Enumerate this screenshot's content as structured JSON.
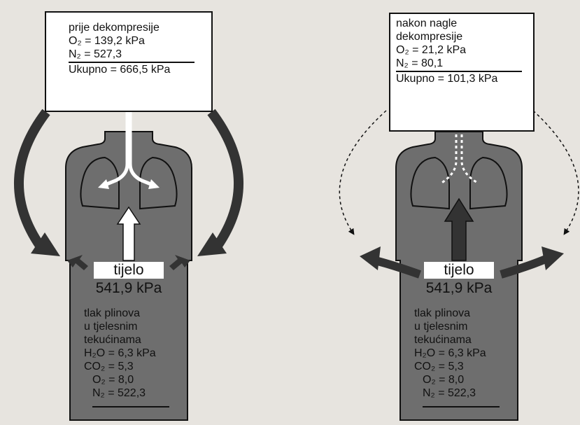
{
  "left": {
    "top_box": {
      "title": "prije dekompresije",
      "o2": "O₂ = 139,2 kPa",
      "n2": "N₂ = 527,3",
      "total": "Ukupno = 666,5 kPa"
    },
    "body_label": "tijelo",
    "body_pressure": "541,9 kPa",
    "fluid_box": {
      "l1": "tlak plinova",
      "l2": "u tjelesnim",
      "l3": "tekućinama",
      "h2o": "H₂O = 6,3 kPa",
      "co2": "CO₂ = 5,3",
      "o2": "O₂ = 8,0",
      "n2": "N₂ = 522,3"
    }
  },
  "right": {
    "top_box": {
      "title1": "nakon nagle",
      "title2": "dekompresije",
      "o2": "O₂ = 21,2 kPa",
      "n2": "N₂ = 80,1",
      "total": "Ukupno = 101,3 kPa"
    },
    "body_label": "tijelo",
    "body_pressure": "541,9 kPa",
    "fluid_box": {
      "l1": "tlak plinova",
      "l2": "u tjelesnim",
      "l3": "tekućinama",
      "h2o": "H₂O = 6,3 kPa",
      "co2": "CO₂ = 5,3",
      "o2": "O₂ = 8,0",
      "n2": "N₂ = 522,3"
    }
  },
  "colors": {
    "body_fill": "#6e6e6e",
    "background": "#e7e4df"
  }
}
